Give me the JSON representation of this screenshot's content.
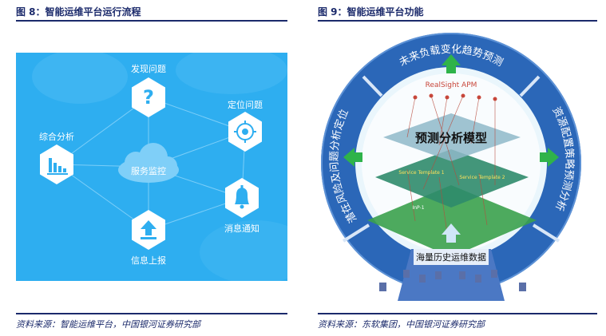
{
  "left": {
    "title": "图 8：智能运维平台运行流程",
    "source": "资料来源：智能运维平台，中国银河证券研究部",
    "center_label": "服务监控",
    "nodes": {
      "discover": "发现问题",
      "locate": "定位问题",
      "notify": "消息通知",
      "report": "信息上报",
      "analysis": "综合分析"
    }
  },
  "right": {
    "title": "图 9：智能运维平台功能",
    "source": "资料来源：东软集团，中国银河证券研究部",
    "ring_top": "未来负载变化趋势预测",
    "ring_right": "资源配置策略预测分析",
    "ring_left": "潜在风险及问题分析定位",
    "model_title": "预测分析模型",
    "apm_label": "RealSight APM",
    "service_template_1": "Service Template 1",
    "service_template_2": "Service Template 2",
    "data_label": "海量历史运维数据",
    "infra_label": "InP-1"
  },
  "colors": {
    "panel_blue": "#2eaef0",
    "ring_blue": "#2b67b8",
    "arrow_green": "#2fb34a",
    "title_navy": "#1b2a6b"
  }
}
